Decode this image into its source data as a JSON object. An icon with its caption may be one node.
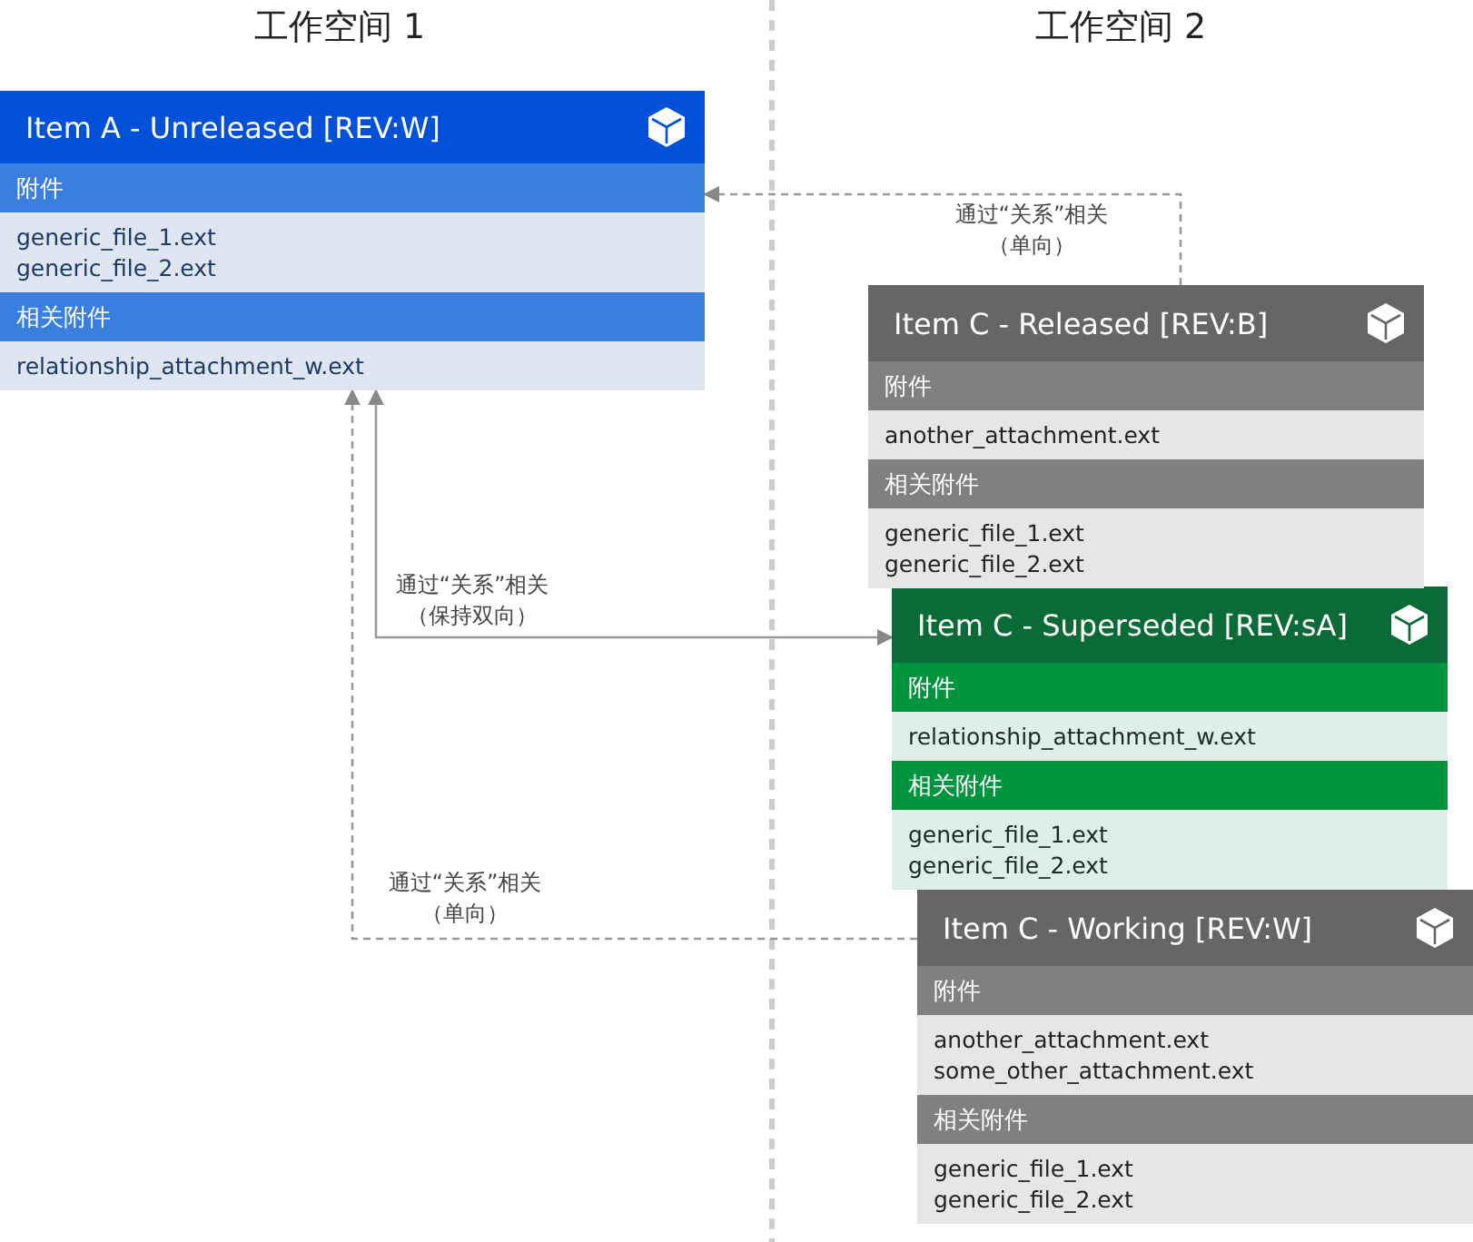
{
  "diagram": {
    "nodes": [
      {
        "text": [
          "Item A - Unreleased [REV:W]",
          "附件",
          "generic_file_1.ext generic_file_2.ext",
          "相关附件",
          "relationship_attachment_w.ext"
        ]
      },
      {
        "text": [
          "Item C - Released [REV:B]",
          "附件",
          "another_attachment.ext",
          "相关附件",
          "generic_file_1.ext generic_file_2.ext"
        ]
      },
      {
        "text": [
          "Item C - Superseded [REV:sA]",
          "附件",
          "relationship_attachment_w.ext",
          "相关附件",
          "generic_file_1.ext generic_file_2.ext"
        ]
      },
      {
        "text": [
          "Item C - Working [REV:W]",
          "附件",
          "another_attachment.ext some_other_attachment.ext",
          "相关附件",
          "generic_file_1.ext generic_file_2.ext"
        ]
      }
    ],
    "edges": [
      {
        "from": 1,
        "to": 0,
        "arrow": "to",
        "style": "dashed",
        "label": "通过“关系”相关（单向）"
      },
      {
        "from": 0,
        "to": 2,
        "arrow": "both",
        "label": "通过“关系”相关（保持双向）"
      },
      {
        "from": 3,
        "to": 0,
        "arrow": "to",
        "style": "dashed",
        "label": "通过“关系”相关（单向）"
      }
    ],
    "labels": [
      "工作空间 1",
      "工作空间 2"
    ]
  }
}
